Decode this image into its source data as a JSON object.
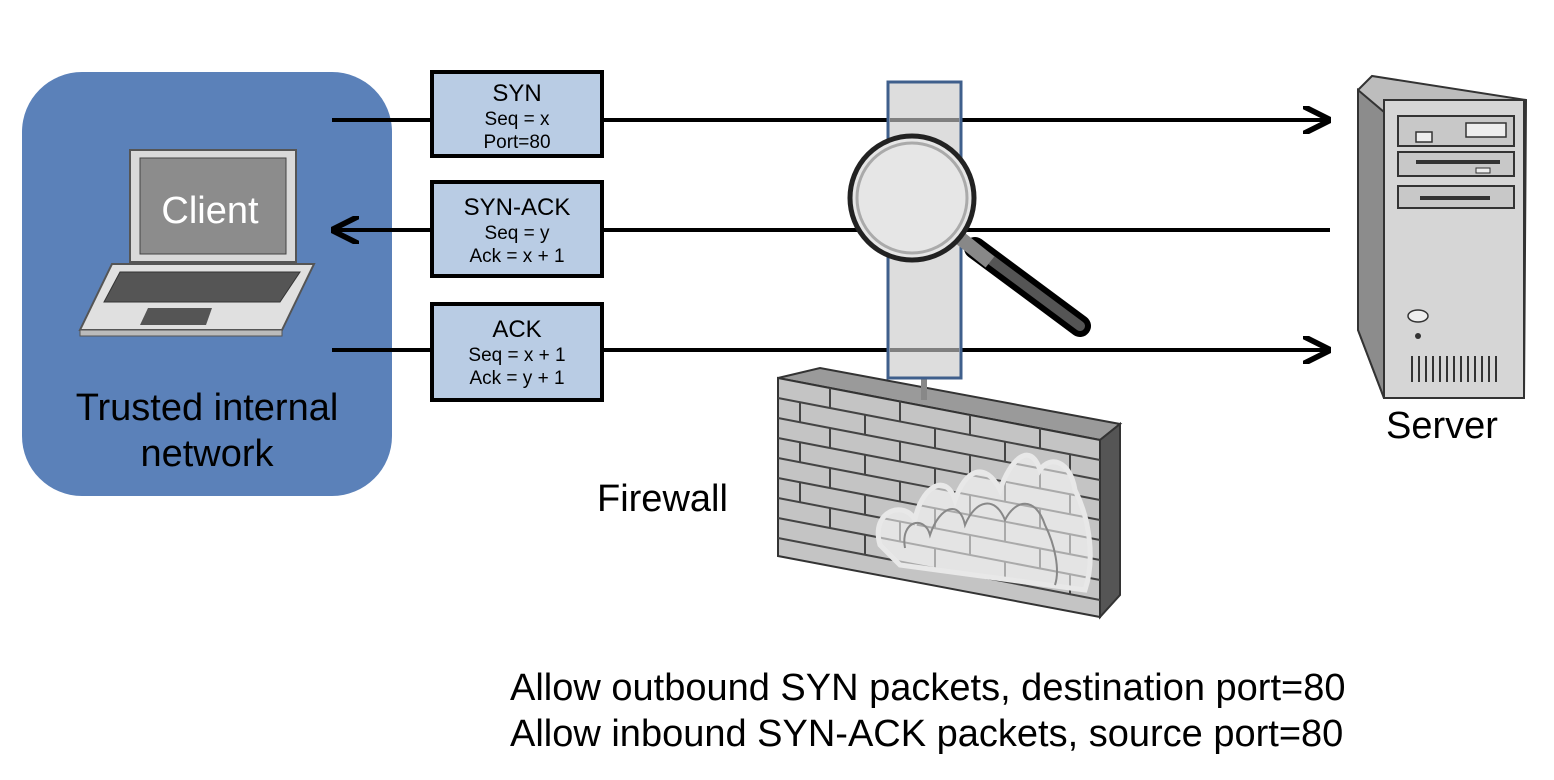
{
  "network": {
    "label_line1": "Trusted internal",
    "label_line2": "network",
    "client_label": "Client"
  },
  "packets": [
    {
      "title": "SYN",
      "line1": "Seq = x",
      "line2": "Port=80"
    },
    {
      "title": "SYN-ACK",
      "line1": "Seq = y",
      "line2": "Ack = x + 1"
    },
    {
      "title": "ACK",
      "line1": "Seq = x + 1",
      "line2": "Ack = y + 1"
    }
  ],
  "firewall_label": "Firewall",
  "server_label": "Server",
  "rules": [
    "Allow outbound SYN packets, destination port=80",
    "Allow inbound SYN-ACK packets, source port=80"
  ],
  "colors": {
    "network": "#5b81b9",
    "packet": "#b9cce4",
    "filter_bar": "#d9d9d9",
    "bar_border": "#3f5f8c"
  }
}
